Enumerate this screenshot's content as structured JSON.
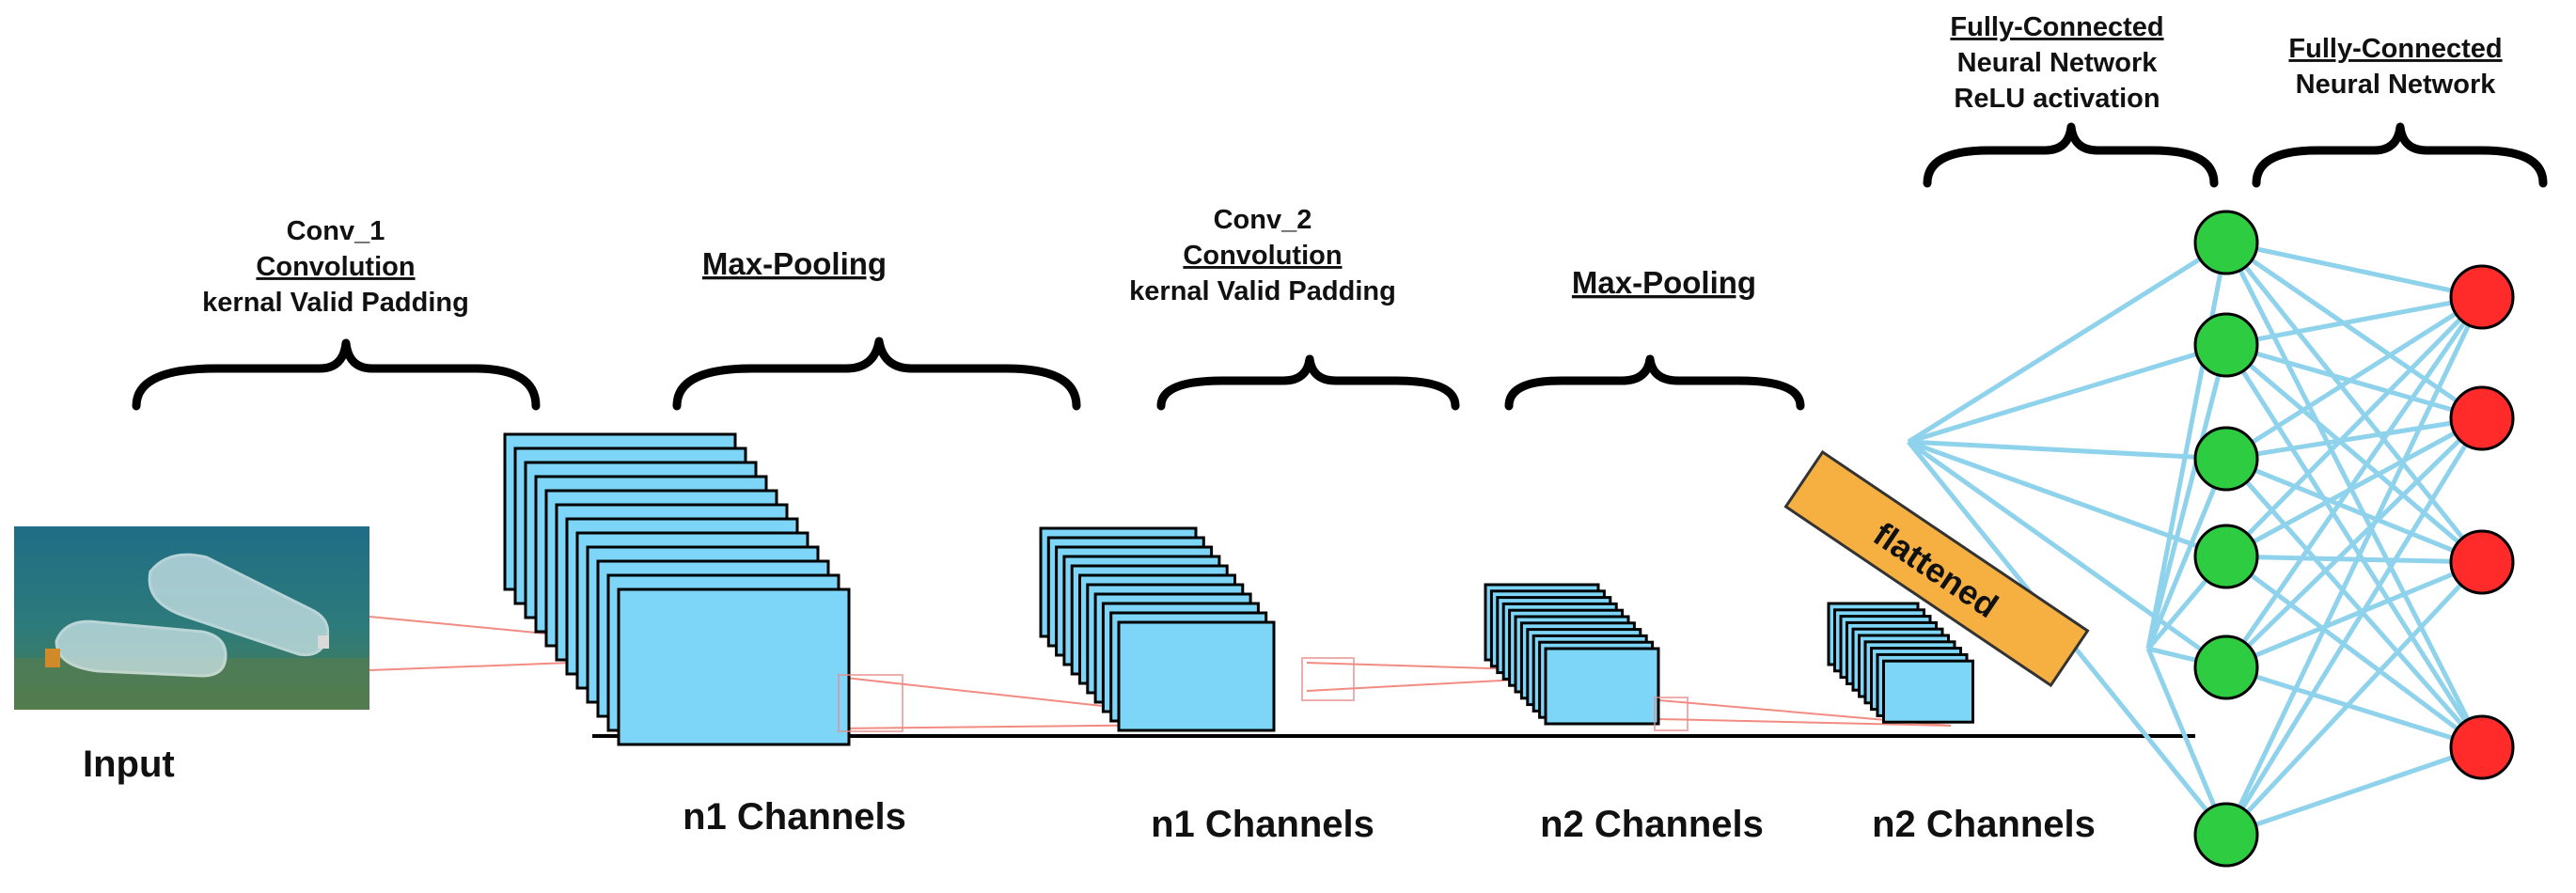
{
  "diagram": {
    "input": {
      "label": "Input"
    },
    "stages": [
      {
        "id": "conv1",
        "lines": [
          "Conv_1",
          "Convolution",
          "kernal Valid Padding"
        ]
      },
      {
        "id": "pool1",
        "lines": [
          "Max-Pooling"
        ]
      },
      {
        "id": "conv2",
        "lines": [
          "Conv_2",
          "Convolution",
          "kernal Valid Padding"
        ]
      },
      {
        "id": "pool2",
        "lines": [
          "Max-Pooling"
        ]
      },
      {
        "id": "fc1",
        "lines": [
          "Fully-Connected",
          "Neural Network",
          "ReLU activation"
        ]
      },
      {
        "id": "fc2",
        "lines": [
          "Fully-Connected",
          "Neural Network"
        ]
      }
    ],
    "channel_labels": [
      "n1 Channels",
      "n1 Channels",
      "n2 Channels",
      "n2 Channels"
    ],
    "flattened_label": "flattened",
    "hidden_layer": {
      "node_count": 6,
      "color": "#2ecc40"
    },
    "output_layer": {
      "node_count": 4,
      "color": "#ff2a2a"
    },
    "colors": {
      "feature_map": "#7dd6f7",
      "flattened_bar": "#f5b041",
      "connection": "#8fd2ec",
      "projection": "#f28b82"
    }
  }
}
